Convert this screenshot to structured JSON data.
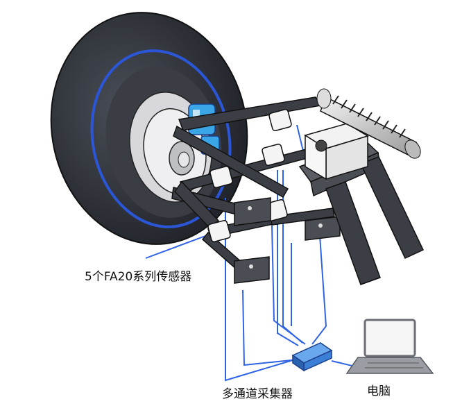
{
  "labels": {
    "sensors": "5个FA20系列传感器",
    "daq": "多通道采集器",
    "computer": "电脑"
  },
  "colors": {
    "tire": "#3a3d44",
    "tire_dark": "#22252b",
    "tire_stripe": "#2c56d8",
    "rim": "#e8e8ea",
    "arm": "#3b3e44",
    "bracket": "#4a4d53",
    "wire": "#2f63e6",
    "sensor_blue": "#3aa6e8",
    "daq_blue": "#3b7fd6",
    "laptop": "#6a6e74"
  },
  "icons": {
    "daq": "multi-channel-acquisition-box-icon",
    "computer": "laptop-icon"
  }
}
